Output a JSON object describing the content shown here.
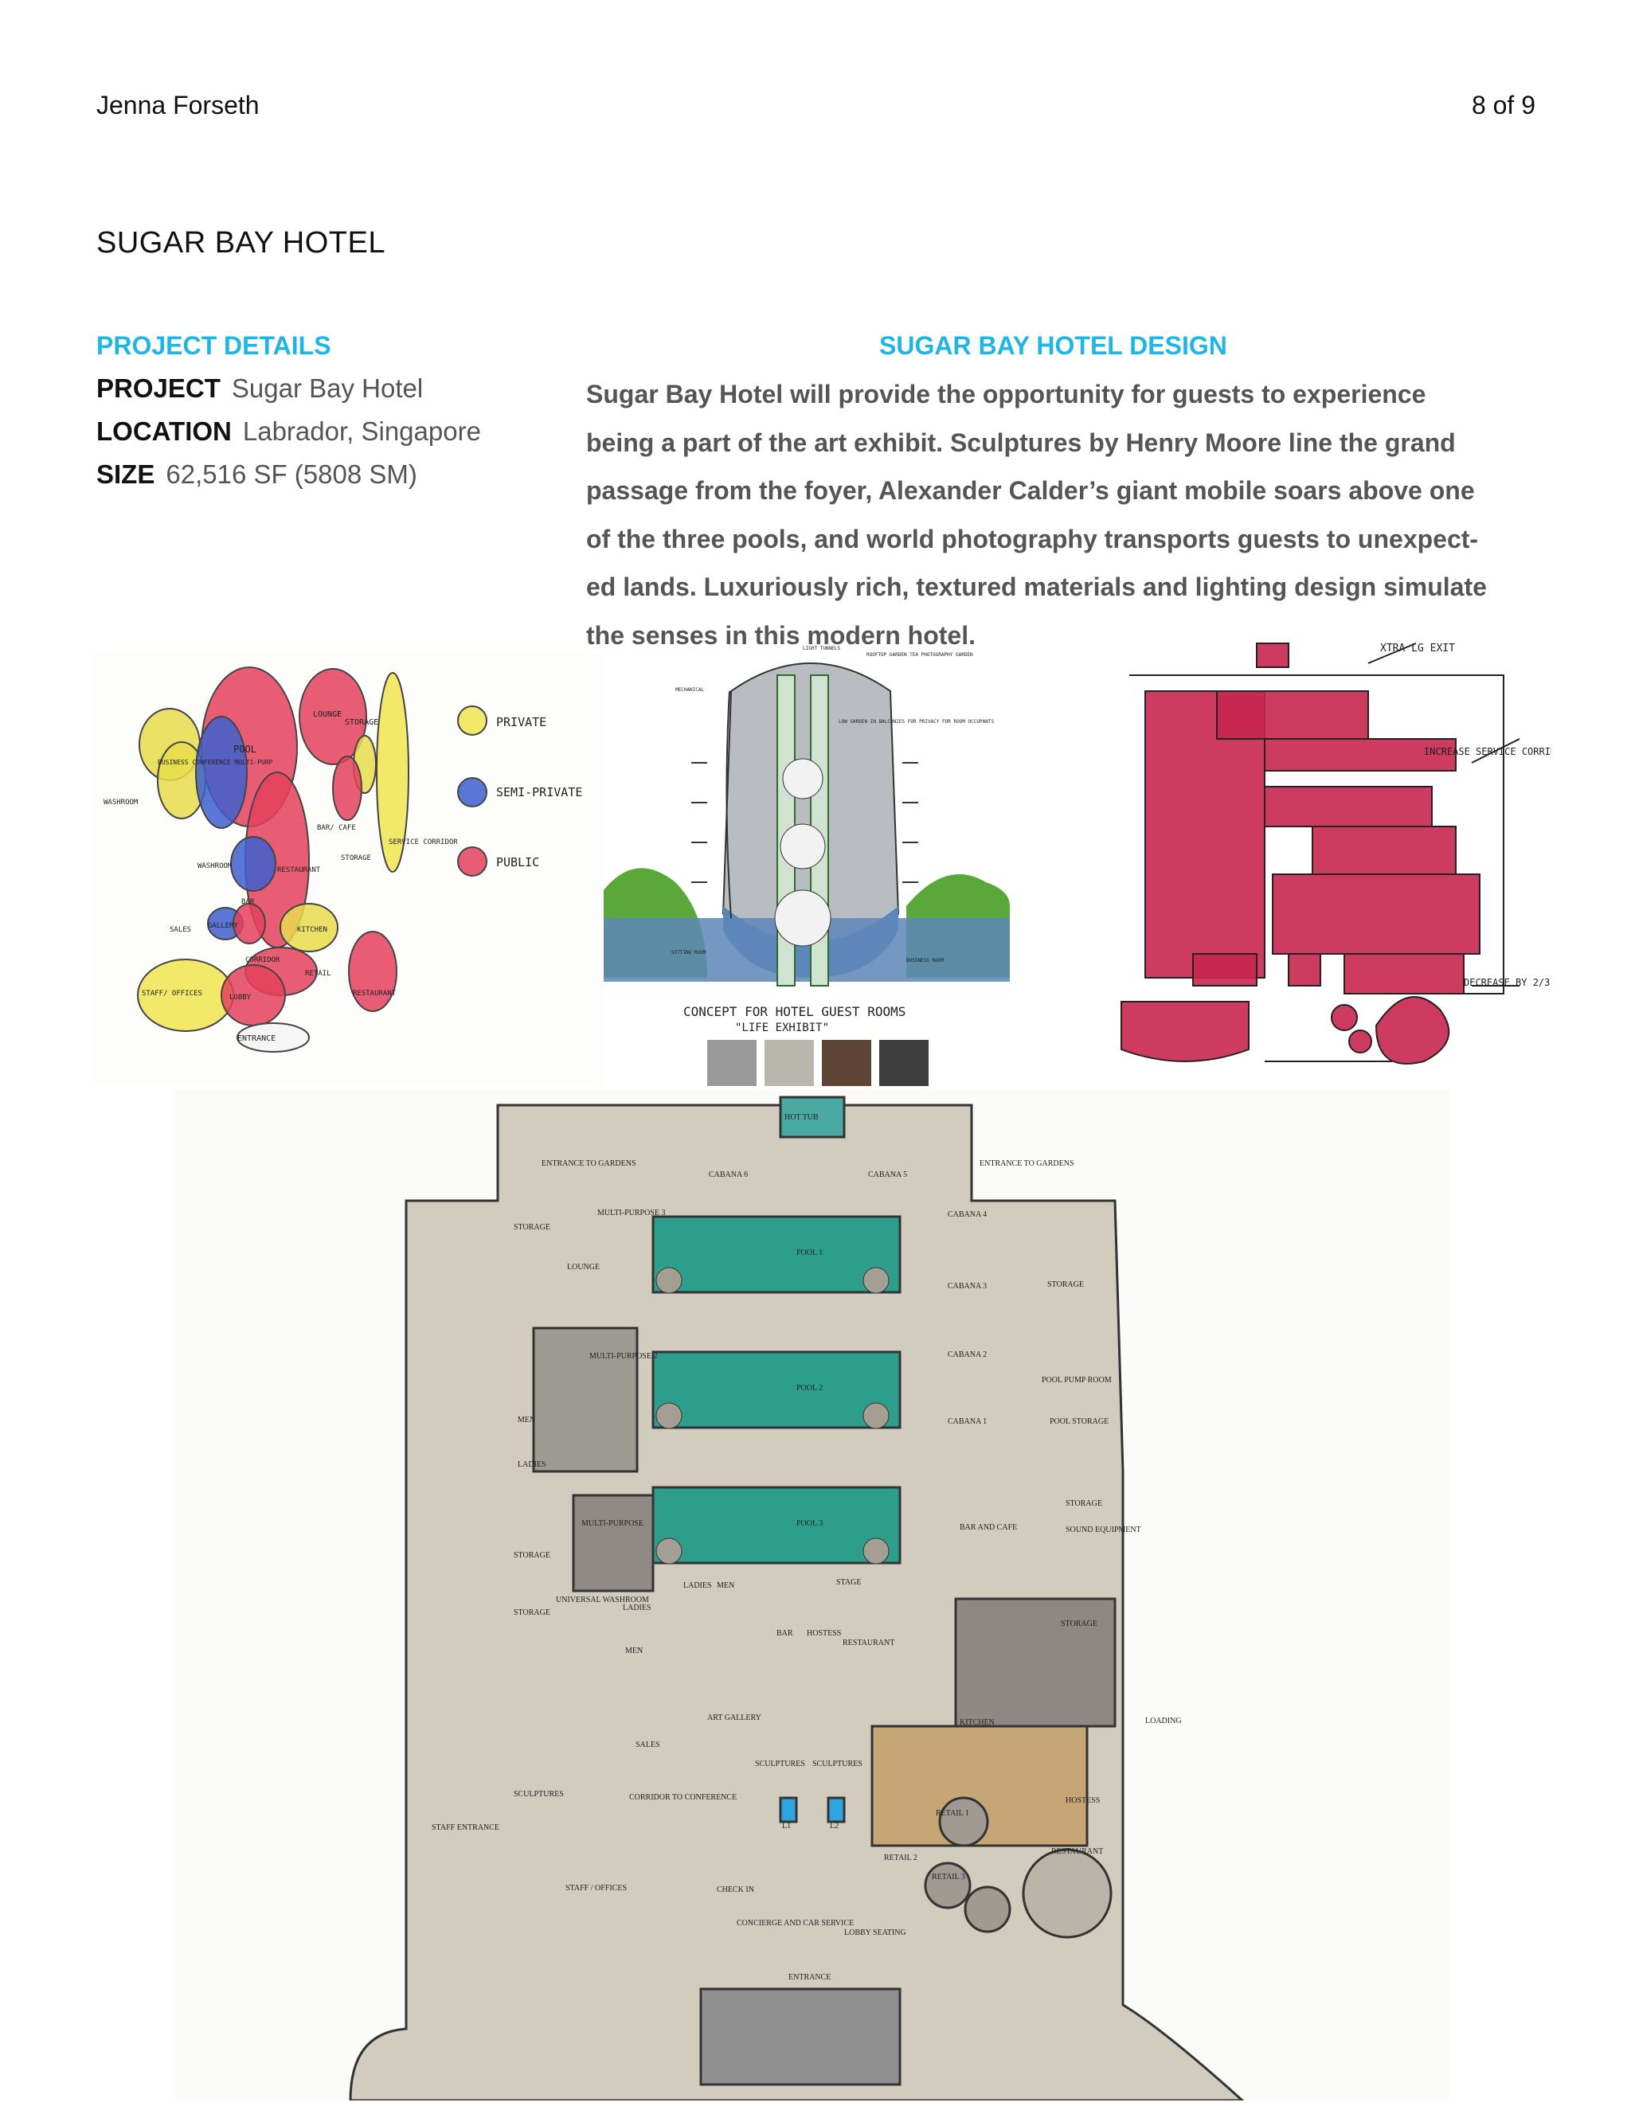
{
  "header": {
    "author": "Jenna Forseth",
    "page": "8 of 9"
  },
  "title": "SUGAR BAY HOTEL",
  "project_details": {
    "heading": "PROJECT DETAILS",
    "rows": [
      {
        "label": "PROJECT",
        "value": "Sugar Bay Hotel"
      },
      {
        "label": "LOCATION",
        "value": "Labrador, Singapore"
      },
      {
        "label": "SIZE",
        "value": "62,516 SF (5808 SM)"
      }
    ]
  },
  "design": {
    "heading": "SUGAR BAY HOTEL DESIGN",
    "lines": [
      "Sugar Bay Hotel will provide the opportunity for guests to experience",
      "being a part of the art exhibit. Sculptures by Henry Moore line the grand",
      "passage from the foyer, Alexander Calder’s giant mobile soars above one",
      "of the three pools, and world photography transports guests to unexpect-",
      "ed lands. Luxuriously rich, textured materials and lighting design simulate",
      "the senses in this modern hotel."
    ]
  },
  "bubble_diagram": {
    "labels": [
      "POOL",
      "STORAGE",
      "LOUNGE",
      "BAR/ CAFE",
      "STORAGE",
      "WASHROOM",
      "BUSINESS CONFERENCE MULTI-PURP",
      "SERVICE CORRIDOR",
      "RESTAURANT",
      "WASHROOM",
      "SALES",
      "GALLERY",
      "BAR",
      "KITCHEN",
      "CORRIDOR",
      "RETAIL",
      "STAFF/ OFFICES",
      "LOBBY",
      "RESTAURANT",
      "ENTRANCE"
    ],
    "legend": [
      {
        "label": "PRIVATE",
        "color": "#f2e640"
      },
      {
        "label": "SEMI-PRIVATE",
        "color": "#3b5bd6"
      },
      {
        "label": "PUBLIC",
        "color": "#e23a4e"
      }
    ]
  },
  "concept_sketch": {
    "caption_line1": "CONCEPT FOR HOTEL GUEST ROOMS",
    "caption_line2": "\"LIFE EXHIBIT\"",
    "notes": [
      "MECHANICAL",
      "LIGHT TUNNELS",
      "ROOFTOP GARDEN TEA PHOTOGRAPHY GARDEN",
      "LOW GARDEN IN BALCONIES FOR PRIVACY FOR ROOM OCCUPANTS",
      "SITTING ROOM",
      "BUSINESS ROOM"
    ],
    "swatch_colors": [
      "#9a9a9a",
      "#b9b6ae",
      "#5d4434",
      "#3c3c3c"
    ]
  },
  "massing_sketch": {
    "notes": [
      "XTRA LG EXIT",
      "INCREASE SERVICE CORRIDOR? DELIVERY",
      "DECREASE BY 2/3"
    ]
  },
  "floor_plan": {
    "labels": {
      "hot_tub": "HOT TUB",
      "entrance_gardens_left": "ENTRANCE TO GARDENS",
      "entrance_gardens_right": "ENTRANCE TO GARDENS",
      "cabana6": "CABANA 6",
      "cabana5": "CABANA 5",
      "cabana4": "CABANA 4",
      "cabana3": "CABANA 3",
      "cabana2": "CABANA 2",
      "cabana1": "CABANA 1",
      "multi3": "MULTI-PURPOSE 3",
      "storage1": "STORAGE",
      "lounge": "LOUNGE",
      "multi2": "MULTI-PURPOSE 2",
      "men": "MEN",
      "ladies": "LADIES",
      "multi1": "MULTI-PURPOSE",
      "storage2": "STORAGE",
      "storage3": "STORAGE",
      "universal": "UNIVERSAL WASHROOM",
      "ladies2": "LADIES",
      "men2": "MEN",
      "ladies3": "LADIES",
      "men3": "MEN",
      "bar": "BAR",
      "hostess": "HOSTESS",
      "stage": "STAGE",
      "restaurant_upper": "RESTAURANT",
      "bar_cafe": "BAR AND CAFE",
      "storage_r1": "STORAGE",
      "pool_pump": "POOL PUMP ROOM",
      "pool_storage": "POOL STORAGE",
      "storage_r2": "STORAGE",
      "sound": "SOUND EQUIPMENT",
      "storage_r3": "STORAGE",
      "kitchen": "KITCHEN",
      "loading": "LOADING",
      "art_gallery": "ART GALLERY",
      "sales": "SALES",
      "sculptures1": "SCULPTURES",
      "sculptures2": "SCULPTURES",
      "sculptures3": "SCULPTURES",
      "corridor": "CORRIDOR TO CONFERENCE",
      "staff_entrance": "STAFF ENTRANCE",
      "staff_offices": "STAFF / OFFICES",
      "check_in": "CHECK IN",
      "concierge": "CONCIERGE AND CAR SERVICE",
      "lobby_seating": "LOBBY SEATING",
      "entrance": "ENTRANCE",
      "retail1": "RETAIL 1",
      "retail2": "RETAIL 2",
      "retail3": "RETAIL 3",
      "hostess2": "HOSTESS",
      "restaurant_lower": "RESTAURANT",
      "l1": "L1",
      "l2": "L2",
      "pool1": "POOL 1",
      "pool2": "POOL 2",
      "pool3": "POOL 3"
    }
  }
}
